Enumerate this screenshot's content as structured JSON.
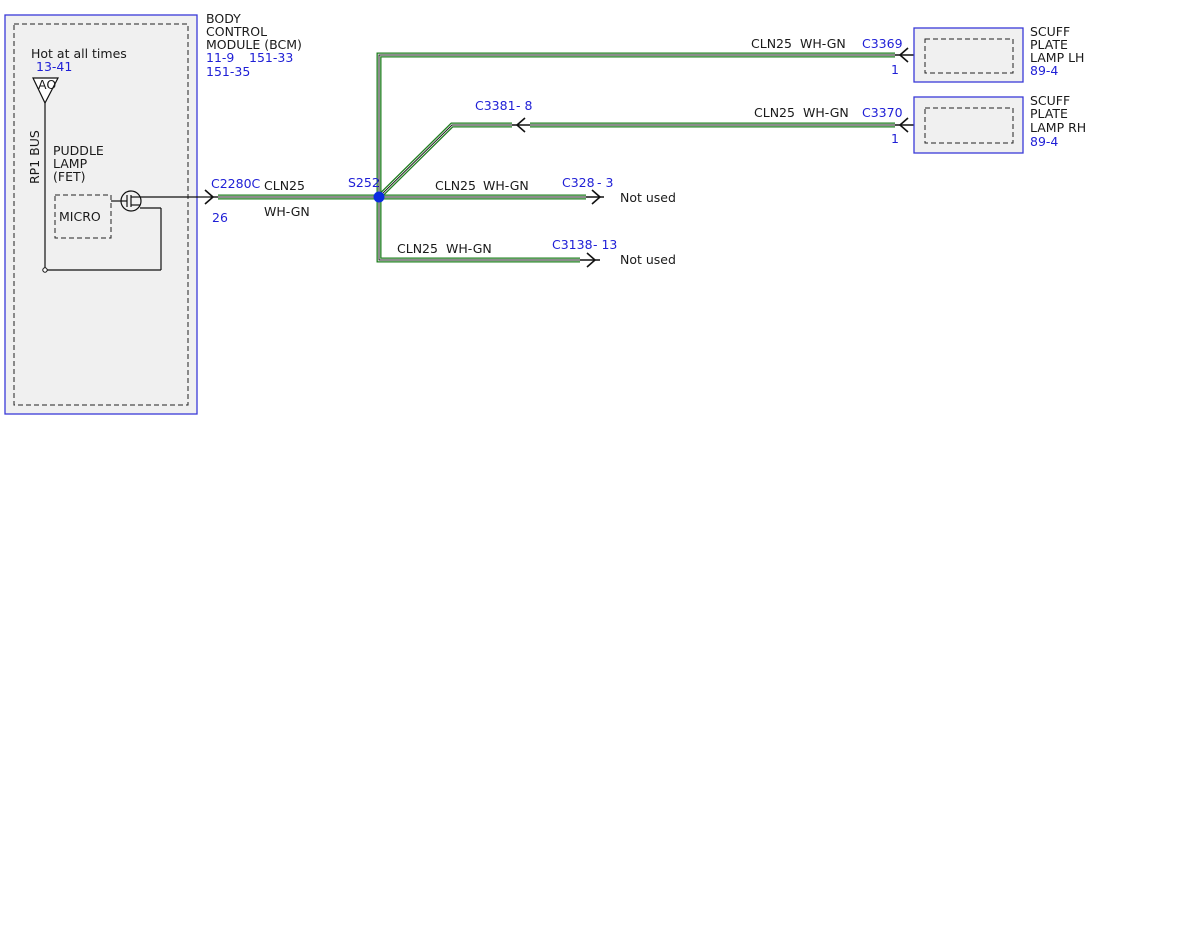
{
  "bcm": {
    "name_line1": "BODY",
    "name_line2": "CONTROL",
    "name_line3": "MODULE (BCM)",
    "ref1": "11-9",
    "ref2": "151-33",
    "ref3": "151-35",
    "hot_label": "Hot at all times",
    "hot_ref": "13-41",
    "fuse_label": "AO",
    "bus_label": "RP1 BUS",
    "puddle_line1": "PUDDLE",
    "puddle_line2": "LAMP",
    "puddle_line3": "(FET)",
    "micro_label": "MICRO"
  },
  "main_circuit": {
    "connector": "C2280C",
    "pin": "26",
    "circuit": "CLN25",
    "color": "WH-GN"
  },
  "splice": {
    "label": "S252"
  },
  "branches": {
    "lh": {
      "circuit": "CLN25",
      "color": "WH-GN",
      "connector": "C3369",
      "pin": "1"
    },
    "rh": {
      "circuit": "CLN25",
      "color": "WH-GN",
      "connector": "C3370",
      "pin": "1",
      "inline_connector": "C3381",
      "inline_pin": "- 8"
    },
    "c328": {
      "circuit": "CLN25",
      "color": "WH-GN",
      "connector": "C328",
      "pin": "- 3",
      "note": "Not used"
    },
    "c3138": {
      "circuit": "CLN25",
      "color": "WH-GN",
      "connector": "C3138",
      "pin": "- 13",
      "note": "Not used"
    }
  },
  "lamp_lh": {
    "line1": "SCUFF",
    "line2": "PLATE",
    "line3": "LAMP LH",
    "ref": "89-4"
  },
  "lamp_rh": {
    "line1": "SCUFF",
    "line2": "PLATE",
    "line3": "LAMP RH",
    "ref": "89-4"
  },
  "colors": {
    "wire_outer": "#1e7d1e",
    "component_outline": "#3a3ad8",
    "reference_text": "#1f1fd6",
    "splice_dot": "#0a2be0"
  }
}
